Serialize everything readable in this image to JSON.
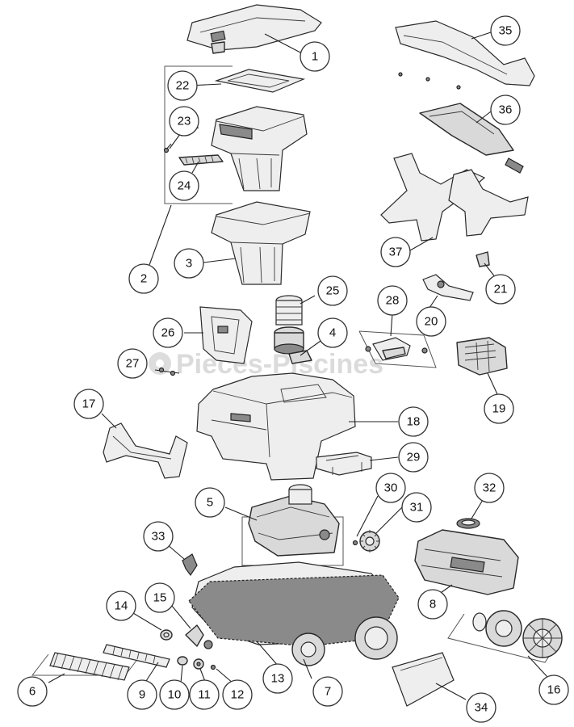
{
  "watermark": "Pieces-Piscines",
  "callouts": [
    "1",
    "2",
    "3",
    "4",
    "5",
    "6",
    "7",
    "8",
    "9",
    "10",
    "11",
    "12",
    "13",
    "14",
    "15",
    "16",
    "17",
    "18",
    "19",
    "20",
    "21",
    "22",
    "23",
    "24",
    "25",
    "26",
    "27",
    "28",
    "29",
    "30",
    "31",
    "32",
    "33",
    "34",
    "35",
    "36",
    "37"
  ]
}
